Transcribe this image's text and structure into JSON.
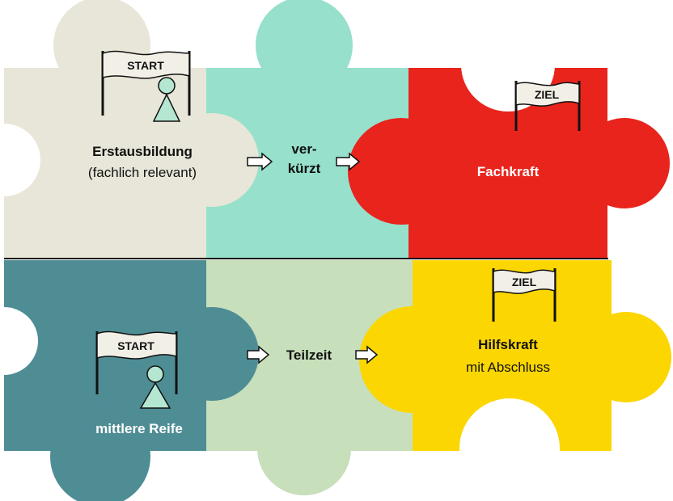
{
  "colors": {
    "beige": "#e8e6d8",
    "mint": "#96e0cc",
    "red": "#e8241c",
    "teal": "#4f8d95",
    "light_green": "#c7dfbb",
    "yellow": "#fbd600",
    "figure": "#b4e6d2",
    "flag": "#f2f0e6"
  },
  "top_row": {
    "start_flag": "START",
    "start_label_bold": "Erstausbildung",
    "start_label_sub": "(fachlich relevant)",
    "middle_label_line1": "ver-",
    "middle_label_line2": "kürzt",
    "goal_flag": "ZIEL",
    "goal_label": "Fachkraft"
  },
  "bottom_row": {
    "start_flag": "START",
    "start_label": "mittlere Reife",
    "middle_label": "Teilzeit",
    "goal_flag": "ZIEL",
    "goal_label_bold": "Hilfskraft",
    "goal_label_sub": "mit Abschluss"
  }
}
